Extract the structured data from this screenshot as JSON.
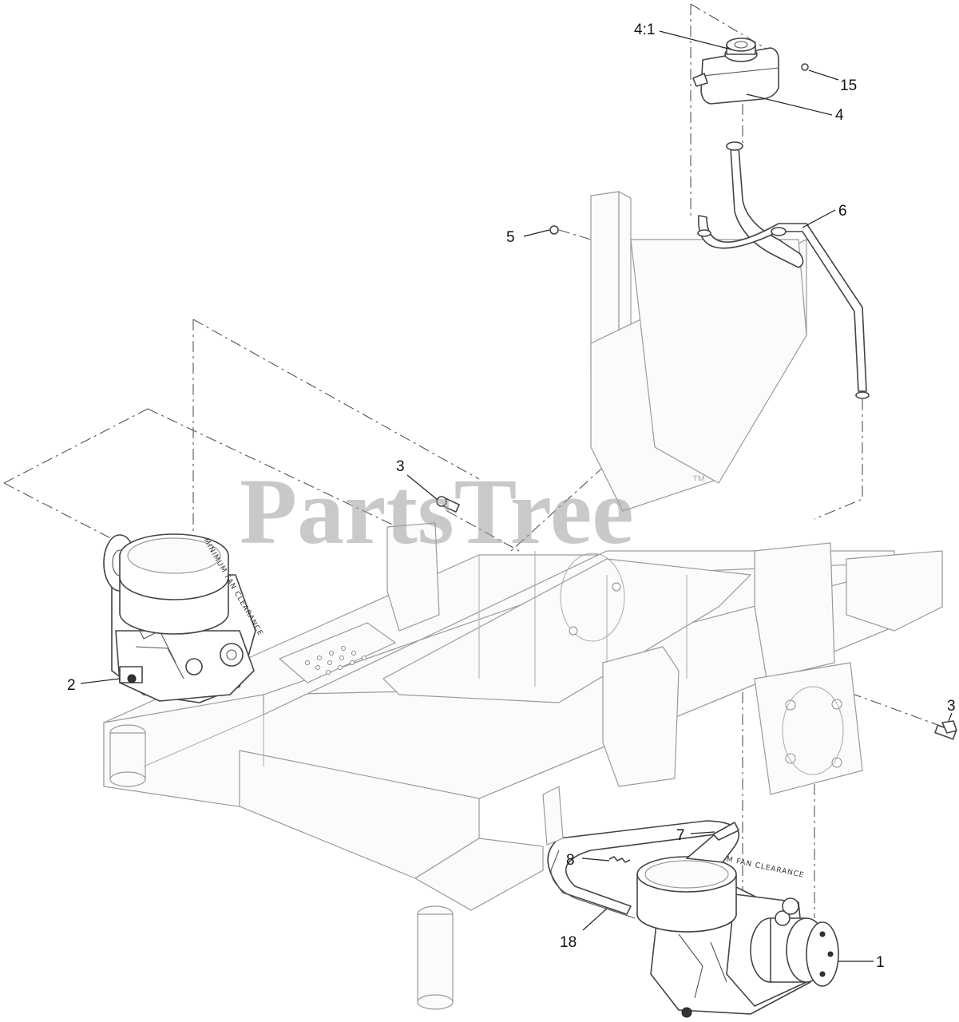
{
  "watermark": {
    "text": "PartsTree",
    "trademark": "™"
  },
  "callouts": [
    {
      "id": "4-1",
      "label": "4:1"
    },
    {
      "id": "15",
      "label": "15"
    },
    {
      "id": "4",
      "label": "4"
    },
    {
      "id": "6",
      "label": "6"
    },
    {
      "id": "5",
      "label": "5"
    },
    {
      "id": "3-top",
      "label": "3"
    },
    {
      "id": "3-right",
      "label": "3"
    },
    {
      "id": "2",
      "label": "2"
    },
    {
      "id": "7",
      "label": "7"
    },
    {
      "id": "8",
      "label": "8"
    },
    {
      "id": "18",
      "label": "18"
    },
    {
      "id": "1",
      "label": "1"
    }
  ],
  "fan_label": {
    "text": "MINIMUM FAN CLEARANCE"
  }
}
